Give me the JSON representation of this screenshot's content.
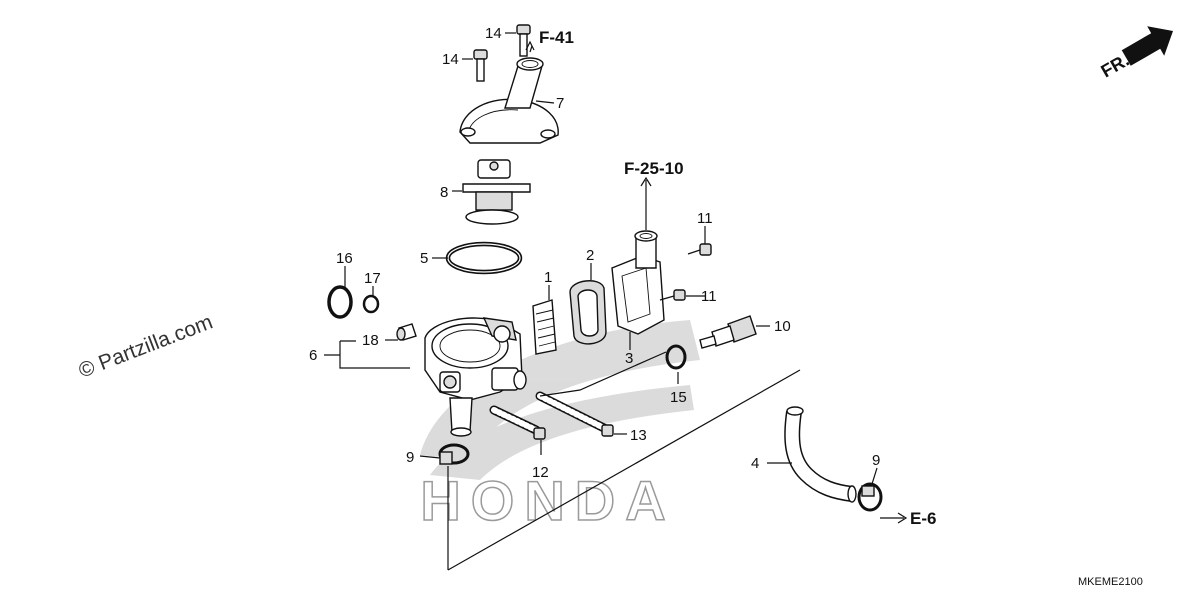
{
  "watermark": {
    "brand_logo_text": "HONDA",
    "copyright_text": "© Partzilla.com"
  },
  "direction_badge": {
    "label": "FR."
  },
  "references": {
    "f41": "F-41",
    "f2510": "F-25-10",
    "e6": "E-6"
  },
  "diagram_code": "MKEME2100",
  "callouts": {
    "c14a": "14",
    "c14b": "14",
    "c7": "7",
    "c8": "8",
    "c5": "5",
    "c16": "16",
    "c17": "17",
    "c18": "18",
    "c6": "6",
    "c1": "1",
    "c2": "2",
    "c3": "3",
    "c11a": "11",
    "c11b": "11",
    "c10": "10",
    "c15": "15",
    "c13": "13",
    "c12": "12",
    "c9a": "9",
    "c9b": "9",
    "c4": "4"
  },
  "colors": {
    "ink": "#111111",
    "watermark": "#bdbdbd",
    "paper": "#ffffff"
  }
}
